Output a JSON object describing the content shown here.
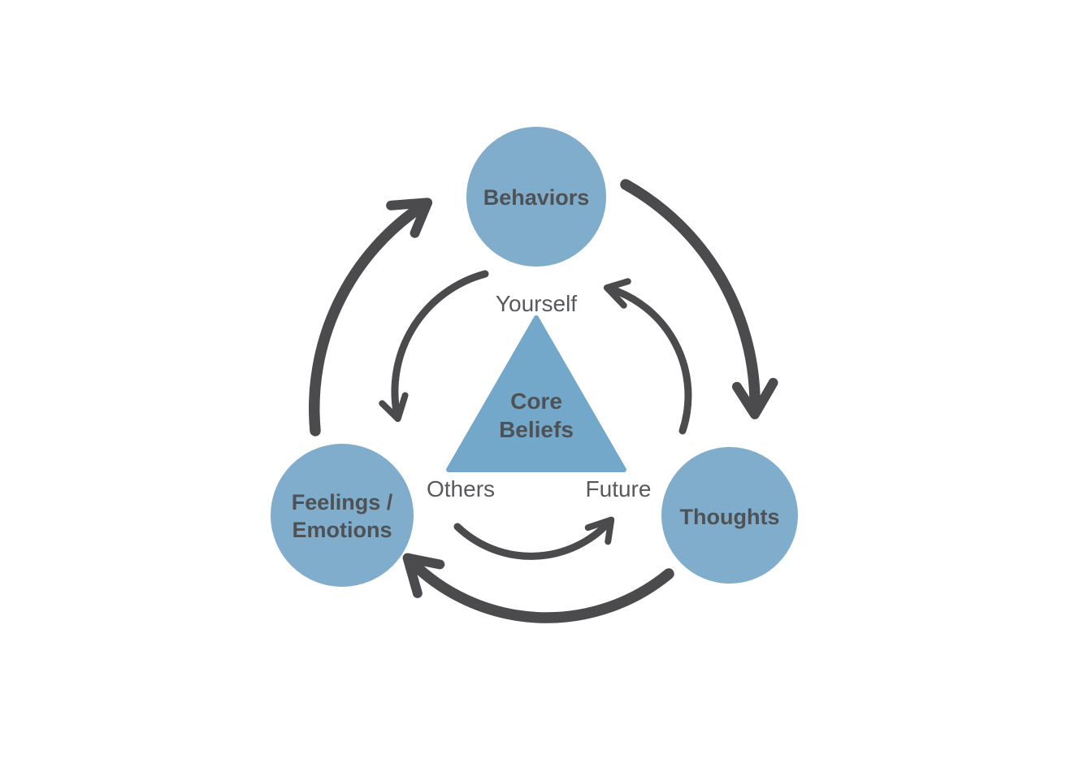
{
  "diagram": {
    "description": "Cycle diagram with three circular nodes around a central triangle",
    "nodes": {
      "behaviors": {
        "label": "Behaviors"
      },
      "feelings": {
        "label_line1": "Feelings /",
        "label_line2": "Emotions"
      },
      "thoughts": {
        "label": "Thoughts"
      }
    },
    "core_triangle": {
      "label_line1": "Core",
      "label_line2": "Beliefs",
      "corner_top": "Yourself",
      "corner_left": "Others",
      "corner_right": "Future"
    },
    "arrows": [
      {
        "ring": "outer",
        "from": "Feelings / Emotions",
        "to": "Behaviors"
      },
      {
        "ring": "outer",
        "from": "Behaviors",
        "to": "Thoughts"
      },
      {
        "ring": "outer",
        "from": "Thoughts",
        "to": "Feelings / Emotions"
      },
      {
        "ring": "inner",
        "from": "Behaviors",
        "to": "Feelings / Emotions"
      },
      {
        "ring": "inner",
        "from": "Feelings / Emotions",
        "to": "Thoughts"
      },
      {
        "ring": "inner",
        "from": "Thoughts",
        "to": "Behaviors"
      }
    ]
  },
  "colors": {
    "node_fill": "#7fadcb",
    "triangle_fill": "#74a8cb",
    "arrow": "#4b4b4d",
    "node_text": "#4e5254",
    "corner_text": "#58595c",
    "background": "#ffffff"
  }
}
